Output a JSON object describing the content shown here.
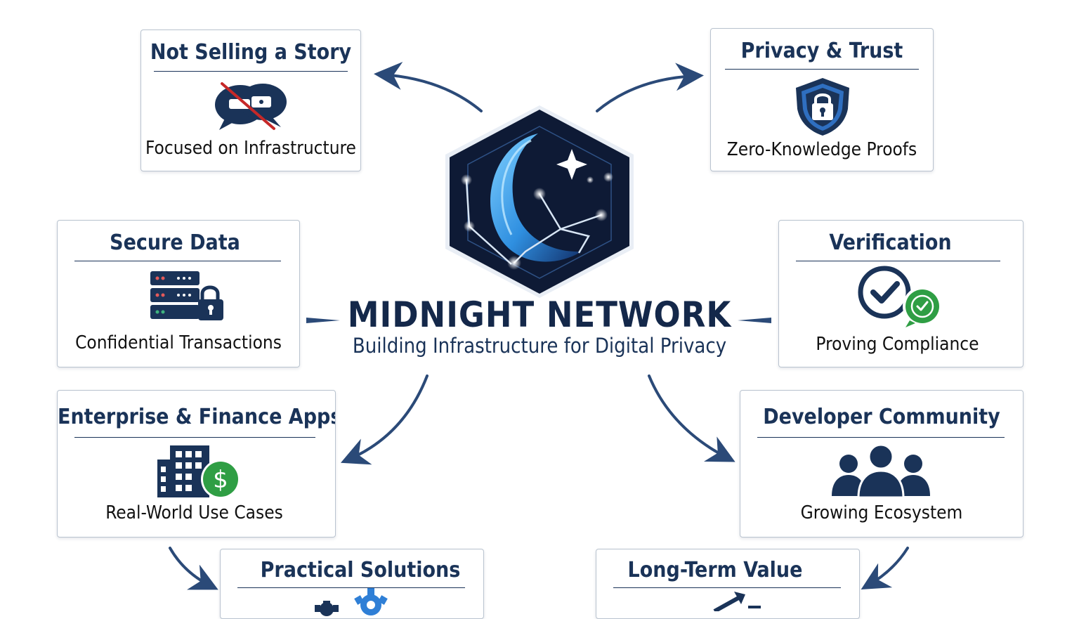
{
  "center": {
    "title": "MIDNIGHT NETWORK",
    "subtitle": "Building Infrastructure for Digital Privacy",
    "logo_icon": "moon-constellation-hexagon-icon"
  },
  "colors": {
    "navy": "#1a3358",
    "arrow": "#2b4a78",
    "accent_blue": "#3ba7e8",
    "success_green": "#2f9e44",
    "strike_red": "#c62828"
  },
  "cards": {
    "story": {
      "title": "Not Selling a Story",
      "subtitle": "Focused on Infrastructure",
      "icon": "crossed-out-speech-bubbles-icon"
    },
    "privacy": {
      "title": "Privacy & Trust",
      "subtitle": "Zero-Knowledge Proofs",
      "icon": "shield-lock-icon"
    },
    "secure": {
      "title": "Secure Data",
      "subtitle": "Confidential Transactions",
      "icon": "server-lock-icon"
    },
    "verification": {
      "title": "Verification",
      "subtitle": "Proving Compliance",
      "icon": "check-circle-badge-icon"
    },
    "enterprise": {
      "title": "Enterprise & Finance Apps",
      "subtitle": "Real-World Use Cases",
      "icon": "building-dollar-icon"
    },
    "developer": {
      "title": "Developer Community",
      "subtitle": "Growing Ecosystem",
      "icon": "people-group-icon"
    },
    "practical": {
      "title": "Practical Solutions",
      "icon": "gears-icon"
    },
    "longterm": {
      "title": "Long-Term Value",
      "icon": "growth-arrow-icon"
    }
  }
}
